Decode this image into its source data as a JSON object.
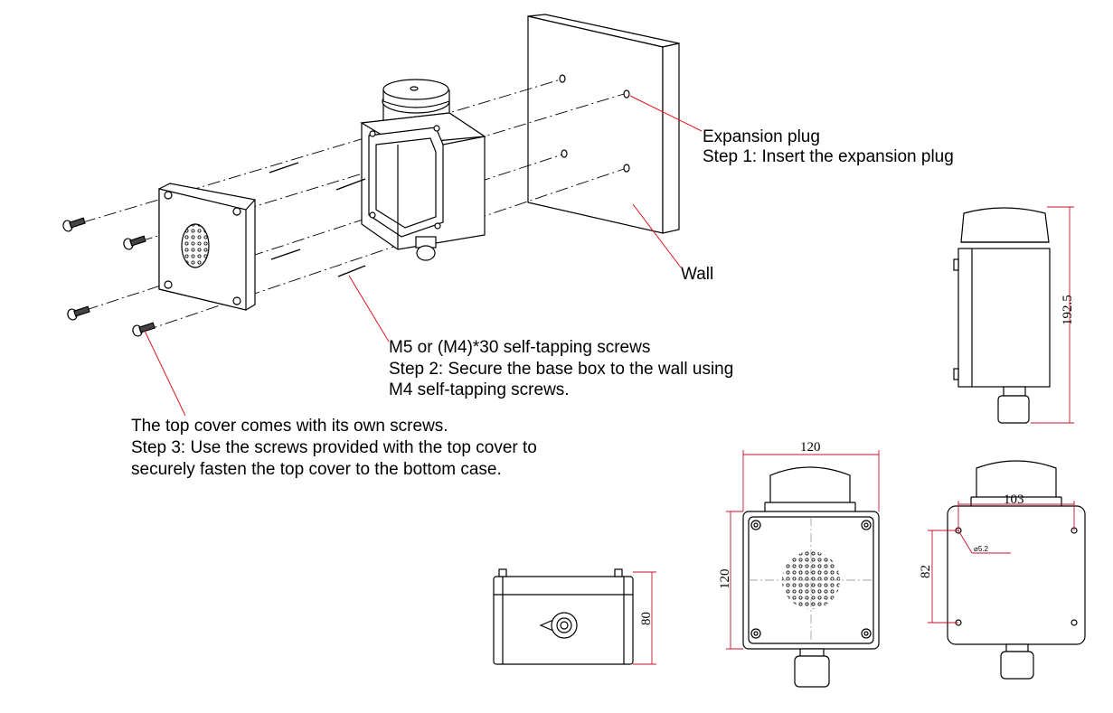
{
  "annotations": {
    "expansion_plug": {
      "title": "Expansion plug",
      "step": "Step 1: Insert the expansion plug"
    },
    "wall": {
      "label": "Wall"
    },
    "screws": {
      "title": "M5 or (M4)*30 self-tapping screws",
      "step_line1": "Step 2: Secure the base box to the wall using",
      "step_line2": "M4 self-tapping screws."
    },
    "top_cover": {
      "title": "The top cover comes with its own screws.",
      "step_line1": "Step 3: Use the screws provided with the top cover to",
      "step_line2": "securely fasten the top cover to the bottom case."
    }
  },
  "dimensions": {
    "side_height": "192.5",
    "front_width": "120",
    "front_height": "120",
    "back_hole_spacing_x": "103",
    "back_hole_spacing_y": "82",
    "hole_diameter": "⌀5.2",
    "bottom_depth": "80"
  },
  "colors": {
    "line": "#000000",
    "leader": "#e0141e",
    "dimension": "#c8102e"
  }
}
